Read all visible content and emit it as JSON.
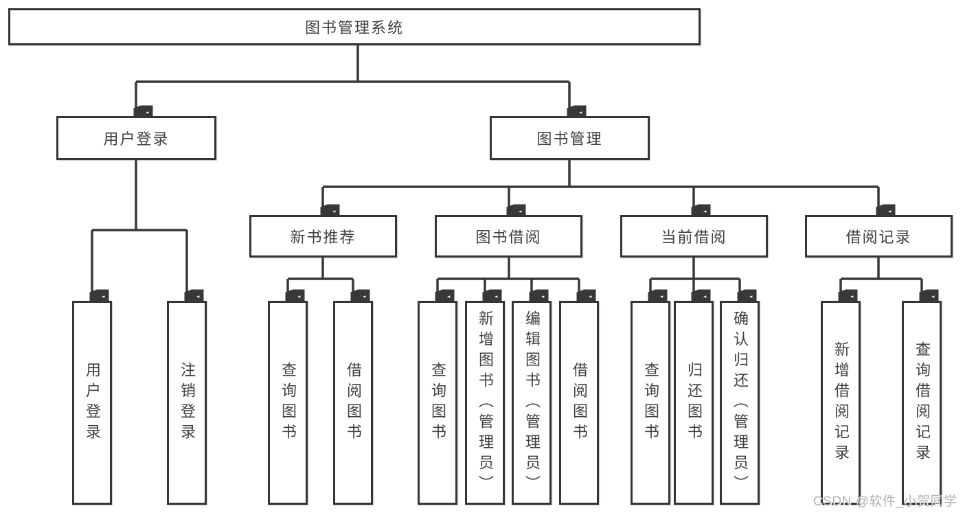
{
  "tree": {
    "label": "图书管理系统",
    "children": [
      {
        "label": "用户登录",
        "children": [
          {
            "label": "用户登录"
          },
          {
            "label": "注销登录"
          }
        ]
      },
      {
        "label": "图书管理",
        "children": [
          {
            "label": "新书推荐",
            "children": [
              {
                "label": "查询图书"
              },
              {
                "label": "借阅图书"
              }
            ]
          },
          {
            "label": "图书借阅",
            "children": [
              {
                "label": "查询图书"
              },
              {
                "label": "新增图书（管理员）"
              },
              {
                "label": "编辑图书（管理员）"
              },
              {
                "label": "借阅图书"
              }
            ]
          },
          {
            "label": "当前借阅",
            "children": [
              {
                "label": "查询图书"
              },
              {
                "label": "归还图书"
              },
              {
                "label": "确认归还（管理员）"
              }
            ]
          },
          {
            "label": "借阅记录",
            "children": [
              {
                "label": "新增借阅记录"
              },
              {
                "label": "查询借阅记录"
              }
            ]
          }
        ]
      }
    ]
  },
  "watermark": {
    "text": "CSDN @软件_小贺同学"
  },
  "colors": {
    "line": "#383838",
    "box_border": "#353535",
    "text": "#3d3f44",
    "watermark": "#b3b3b3",
    "background": "#ffffff"
  }
}
